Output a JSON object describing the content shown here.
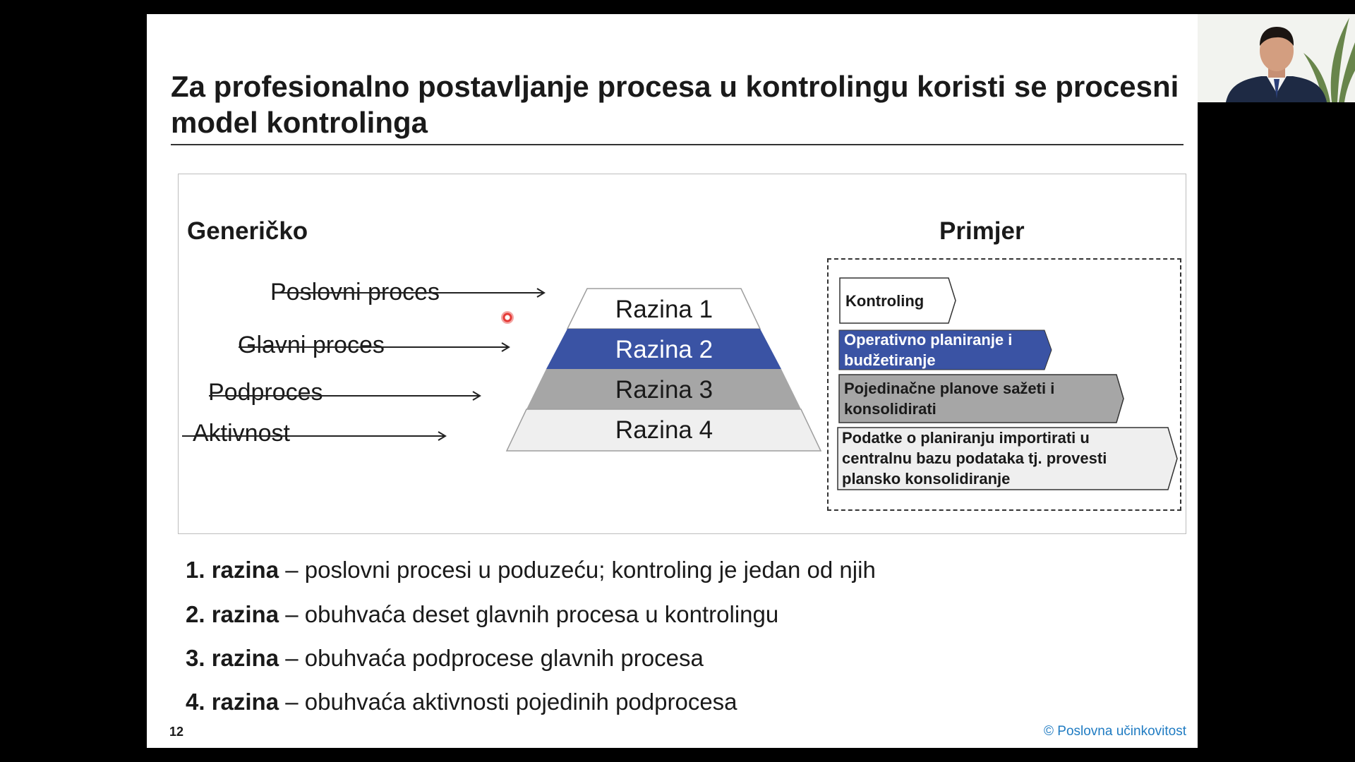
{
  "slide": {
    "title": "Za profesionalno postavljanje procesa u kontrolingu koristi se procesni model kontrolinga",
    "generic_heading": "Generičko",
    "example_heading": "Primjer",
    "levels": [
      "Poslovni proces",
      "Glavni proces",
      "Podproces",
      "Aktivnost"
    ],
    "pyramid": [
      "Razina 1",
      "Razina 2",
      "Razina 3",
      "Razina 4"
    ],
    "example_steps": [
      "Kontroling",
      "Operativno planiranje i budžetiranje",
      "Pojedinačne planove sažeti i konsolidirati",
      "Podatke o planiranju importirati u centralnu bazu podataka tj. provesti plansko konsolidiranje"
    ],
    "bullets": [
      {
        "bold": "1. razina",
        "text": " – poslovni procesi u poduzeću; kontroling je jedan od njih"
      },
      {
        "bold": "2. razina",
        "text": " – obuhvaća deset glavnih procesa u kontrolingu"
      },
      {
        "bold": "3. razina",
        "text": " – obuhvaća podprocese glavnih procesa"
      },
      {
        "bold": "4. razina",
        "text": " – obuhvaća aktivnosti pojedinih podprocesa"
      }
    ],
    "page_number": "12",
    "copyright": "© Poslovna učinkovitost"
  },
  "colors": {
    "level2_blue": "#3a53a4",
    "level3_gray": "#a6a6a6",
    "level4_light": "#efefef",
    "brand_blue": "#1f7bc2",
    "pointer_red": "#e53935"
  },
  "icons": [
    "laser-pointer-icon",
    "arrow-right-icon",
    "webcam-presenter-icon"
  ]
}
